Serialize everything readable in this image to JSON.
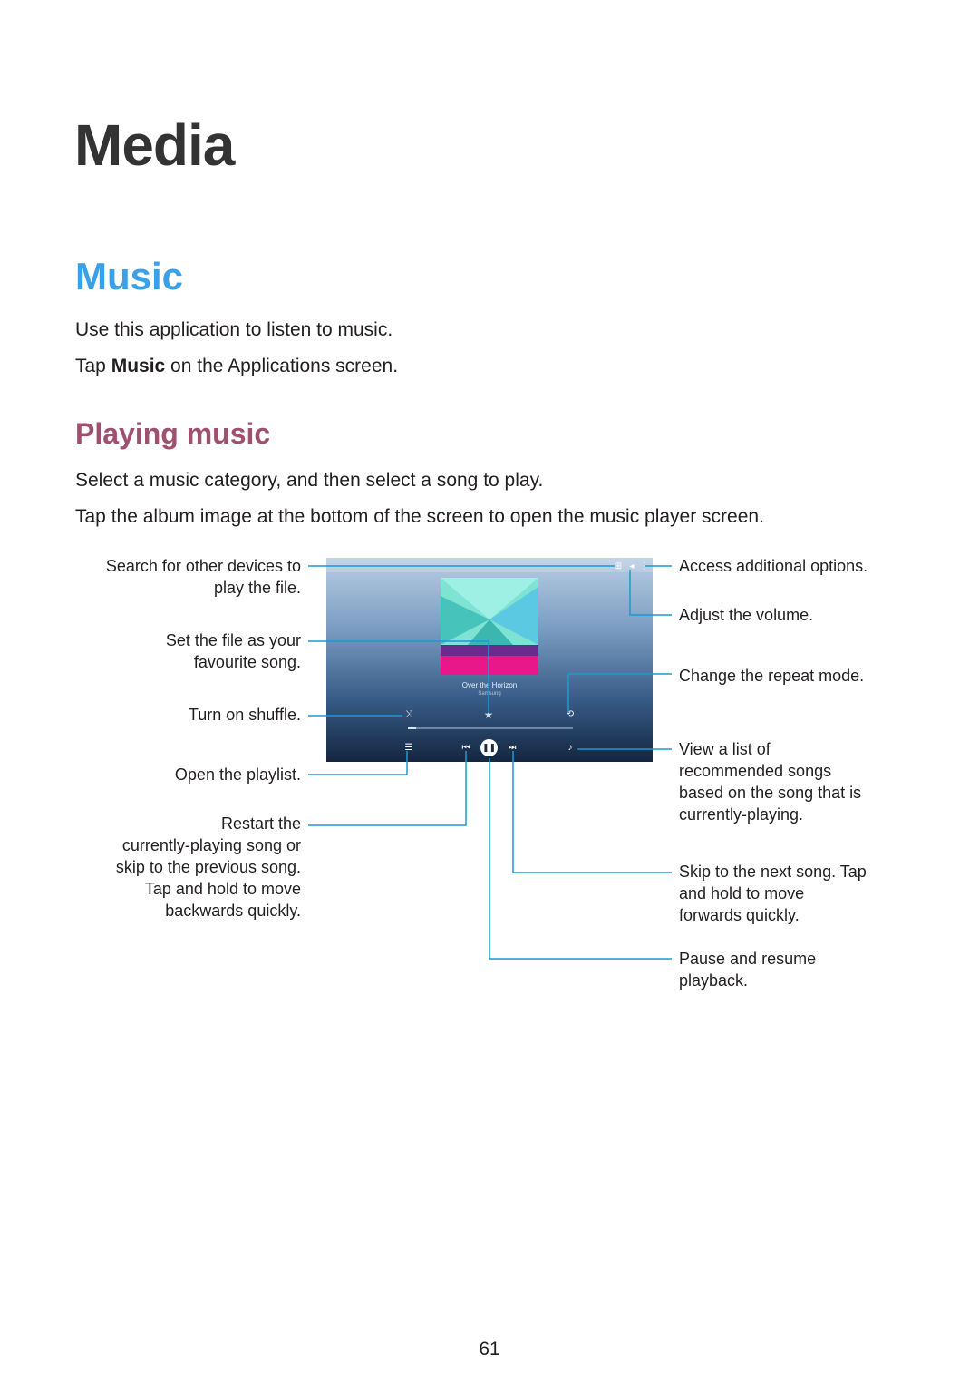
{
  "chapter_title": "Media",
  "section_title": "Music",
  "intro": {
    "line1": "Use this application to listen to music.",
    "line2_prefix": "Tap ",
    "line2_bold": "Music",
    "line2_suffix": " on the Applications screen."
  },
  "subsection_title": "Playing music",
  "body": {
    "line1": "Select a music category, and then select a song to play.",
    "line2": "Tap the album image at the bottom of the screen to open the music player screen."
  },
  "screen": {
    "song_title": "Over the Horizon",
    "song_artist": "Samsung",
    "progress": 0.05,
    "icons": {
      "devices": "devices-icon",
      "volume": "volume-icon",
      "more": "more-options-icon",
      "favourite": "star-icon",
      "shuffle": "shuffle-icon",
      "repeat": "repeat-icon",
      "playlist": "playlist-icon",
      "previous": "previous-icon",
      "pause": "pause-icon",
      "next": "next-icon",
      "recommend": "recommended-songs-icon"
    },
    "colors": {
      "callout_line": "#1a9ad6",
      "art_teal": "#5fd1c6",
      "art_pink": "#e8178a",
      "art_purple": "#6a2a8e"
    }
  },
  "callouts_left": {
    "search_devices": [
      "Search for other devices to",
      "play the file."
    ],
    "favourite": [
      "Set the file as your",
      "favourite song."
    ],
    "shuffle": [
      "Turn on shuffle."
    ],
    "playlist": [
      "Open the playlist."
    ],
    "restart": [
      "Restart the",
      "currently-playing song or",
      "skip to the previous song.",
      "Tap and hold to move",
      "backwards quickly."
    ]
  },
  "callouts_right": {
    "options": [
      "Access additional options."
    ],
    "volume": [
      "Adjust the volume."
    ],
    "repeat": [
      "Change the repeat mode."
    ],
    "recommend": [
      "View a list of",
      "recommended songs",
      "based on the song that is",
      "currently-playing."
    ],
    "next": [
      "Skip to the next song. Tap",
      "and hold to move",
      "forwards quickly."
    ],
    "pause": [
      "Pause and resume",
      "playback."
    ]
  },
  "page_number": "61"
}
